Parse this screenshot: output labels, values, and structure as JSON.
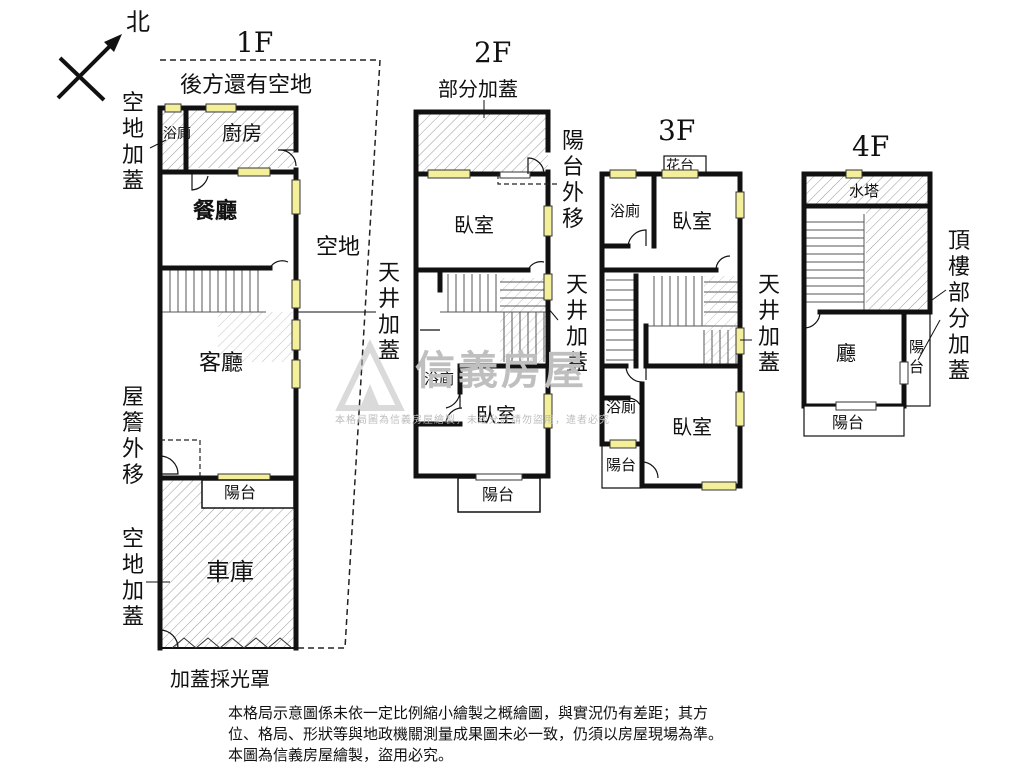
{
  "compass": {
    "north_label": "北"
  },
  "floors": {
    "f1": {
      "title": "1F",
      "rooms": {
        "kitchen": "廚房",
        "bath": "浴廁",
        "dining": "餐廳",
        "living": "客廳",
        "balcony": "陽台",
        "garage": "車庫"
      },
      "annotations": {
        "back_land": "後方還有空地",
        "land_addition_top": "空地加蓋",
        "open_land": "空地",
        "eave_moved": "屋簷外移",
        "land_addition_bottom": "空地加蓋",
        "skylight": "加蓋採光罩",
        "courtyard_addition": "天井加蓋"
      }
    },
    "f2": {
      "title": "2F",
      "rooms": {
        "bedroom_top": "臥室",
        "bath": "浴廁",
        "bedroom_bottom": "臥室",
        "balcony": "陽台"
      },
      "annotations": {
        "partial_addition": "部分加蓋",
        "balcony_moved": "陽台外移",
        "courtyard_addition": "天井加蓋"
      }
    },
    "f3": {
      "title": "3F",
      "rooms": {
        "flower_bed": "花台",
        "bath_top": "浴廁",
        "bedroom_top": "臥室",
        "bath_bottom": "浴廁",
        "bedroom_bottom": "臥室",
        "balcony": "陽台"
      },
      "annotations": {
        "courtyard_addition": "天井加蓋"
      }
    },
    "f4": {
      "title": "4F",
      "rooms": {
        "water_tower": "水塔",
        "hall": "廳",
        "balcony_side": "陽台",
        "balcony_bottom": "陽台"
      },
      "annotations": {
        "roof_addition": "頂樓部分加蓋"
      }
    }
  },
  "watermark": {
    "brand": "信義房屋",
    "sub": "本格局圖為信義房屋繪製，未經允許請勿盜用，違者必究"
  },
  "disclaimer": {
    "line1": "本格局示意圖係未依一定比例縮小繪製之概繪圖，與實況仍有差距；其方",
    "line2": "位、格局、形狀等與地政機關測量成果圖未必一致，仍須以房屋現場為準。",
    "line3": "本圖為信義房屋繪製，盜用必究。"
  }
}
